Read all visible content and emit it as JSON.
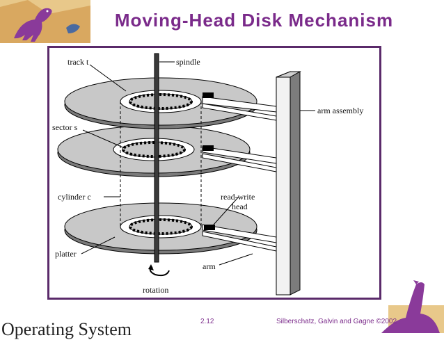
{
  "slide": {
    "title": "Moving-Head Disk Mechanism",
    "footer_page": "2.12",
    "footer_copyright": "Silberschatz, Galvin and  Gagne ©2002",
    "footer_course": "Operating System"
  },
  "diagram": {
    "labels": {
      "track": "track t",
      "spindle": "spindle",
      "sector": "sector s",
      "arm_assembly": "arm assembly",
      "cylinder": "cylinder c",
      "read_write_head_line1": "read-write",
      "read_write_head_line2": "head",
      "platter": "platter",
      "arm": "arm",
      "rotation": "rotation"
    }
  },
  "colors": {
    "title": "#7a2a8a",
    "frame_border": "#5a2a6a",
    "platter_fill": "#c8c8c8",
    "platter_dark": "#6e6e6e"
  }
}
